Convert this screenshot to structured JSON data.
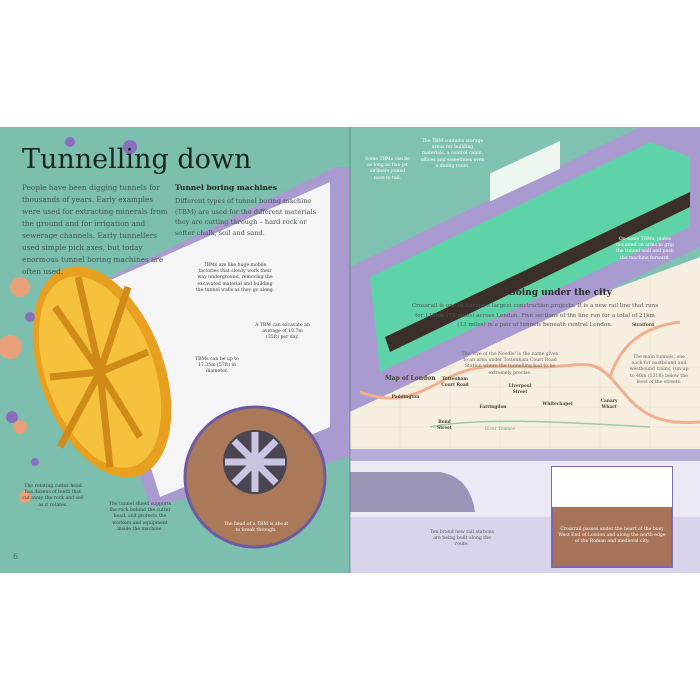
{
  "left_page": {
    "title": "Tunnelling down",
    "intro": "People have been digging tunnels for thousands of years. Early examples were used for extracting minerals from the ground and for irrigation and sewerage channels. Early tunnellers used simple pick axes, but today enormous tunnel boring machines are often used.",
    "section_heading": "Tunnel boring machines",
    "section_text": "Different types of tunnel boring machine (TBM) are used for the different materials they are cutting through – hard rock or softer chalk, soil and sand.",
    "captions": {
      "factories": "TBMs are like huge mobile factories that slowly work their way underground, removing the excavated material and building the tunnel walls as they go along.",
      "excavate": "A TBM can excavate an average of 10.7m (35ft) per day.",
      "diameter": "TBMs can be up to 17.35m (57ft) in diameter.",
      "cutter_head": "The rotating cutter head has dozens of teeth that cut away the rock and soil as it rotates.",
      "shield": "The tunnel shield supports the rock behind the cutter head, and protects the workers and equipment inside the machine.",
      "break_through": "The head of a TBM is about to break through."
    },
    "page_number": "6"
  },
  "right_page": {
    "captions": {
      "length": "Some TBMs can be as long as two jet airliners joined nose to tail.",
      "storage": "The TBM contains storage areas for building materials, a control cabin, offices and sometimes even a dining room.",
      "plates": "On some TBMs, plates mounted on arms to grip the tunnel wall and push the machine forward.",
      "needle": "The 'Eye of the Needle' is the name given to an area under Tottenham Court Road Station where the tunnelling had to be extremely precise.",
      "main_tunnels": "The main tunnels, one each for eastbound and westbound trains, run up to 40m (131ft) below the level of the streets.",
      "stations": "Ten brand new rail stations are being built along the route.",
      "crossrail_passes": "Crossrail passes under the heart of the busy West End of London and along the north edge of the Roman and medieval city."
    },
    "section_heading": "Going under the city",
    "section_text": "Crossrail is one of Europe's largest construction projects. It is a new rail line that runs for 118km (73 miles) across London. Five sections of the line run for a total of 21km (13 miles) in a pair of tunnels beneath central London.",
    "map": {
      "title": "Map of London",
      "stations": [
        "Paddington",
        "Bond Street",
        "Tottenham Court Road",
        "Farringdon",
        "Liverpool Street",
        "Whitechapel",
        "Canary Wharf",
        "Stratford"
      ],
      "river": "River Thames"
    }
  },
  "colors": {
    "teal": "#7cbfae",
    "purple": "#a99bd0",
    "yellow": "#f2b83a",
    "map_bg": "#f6efe0",
    "route": "#f0b090"
  }
}
